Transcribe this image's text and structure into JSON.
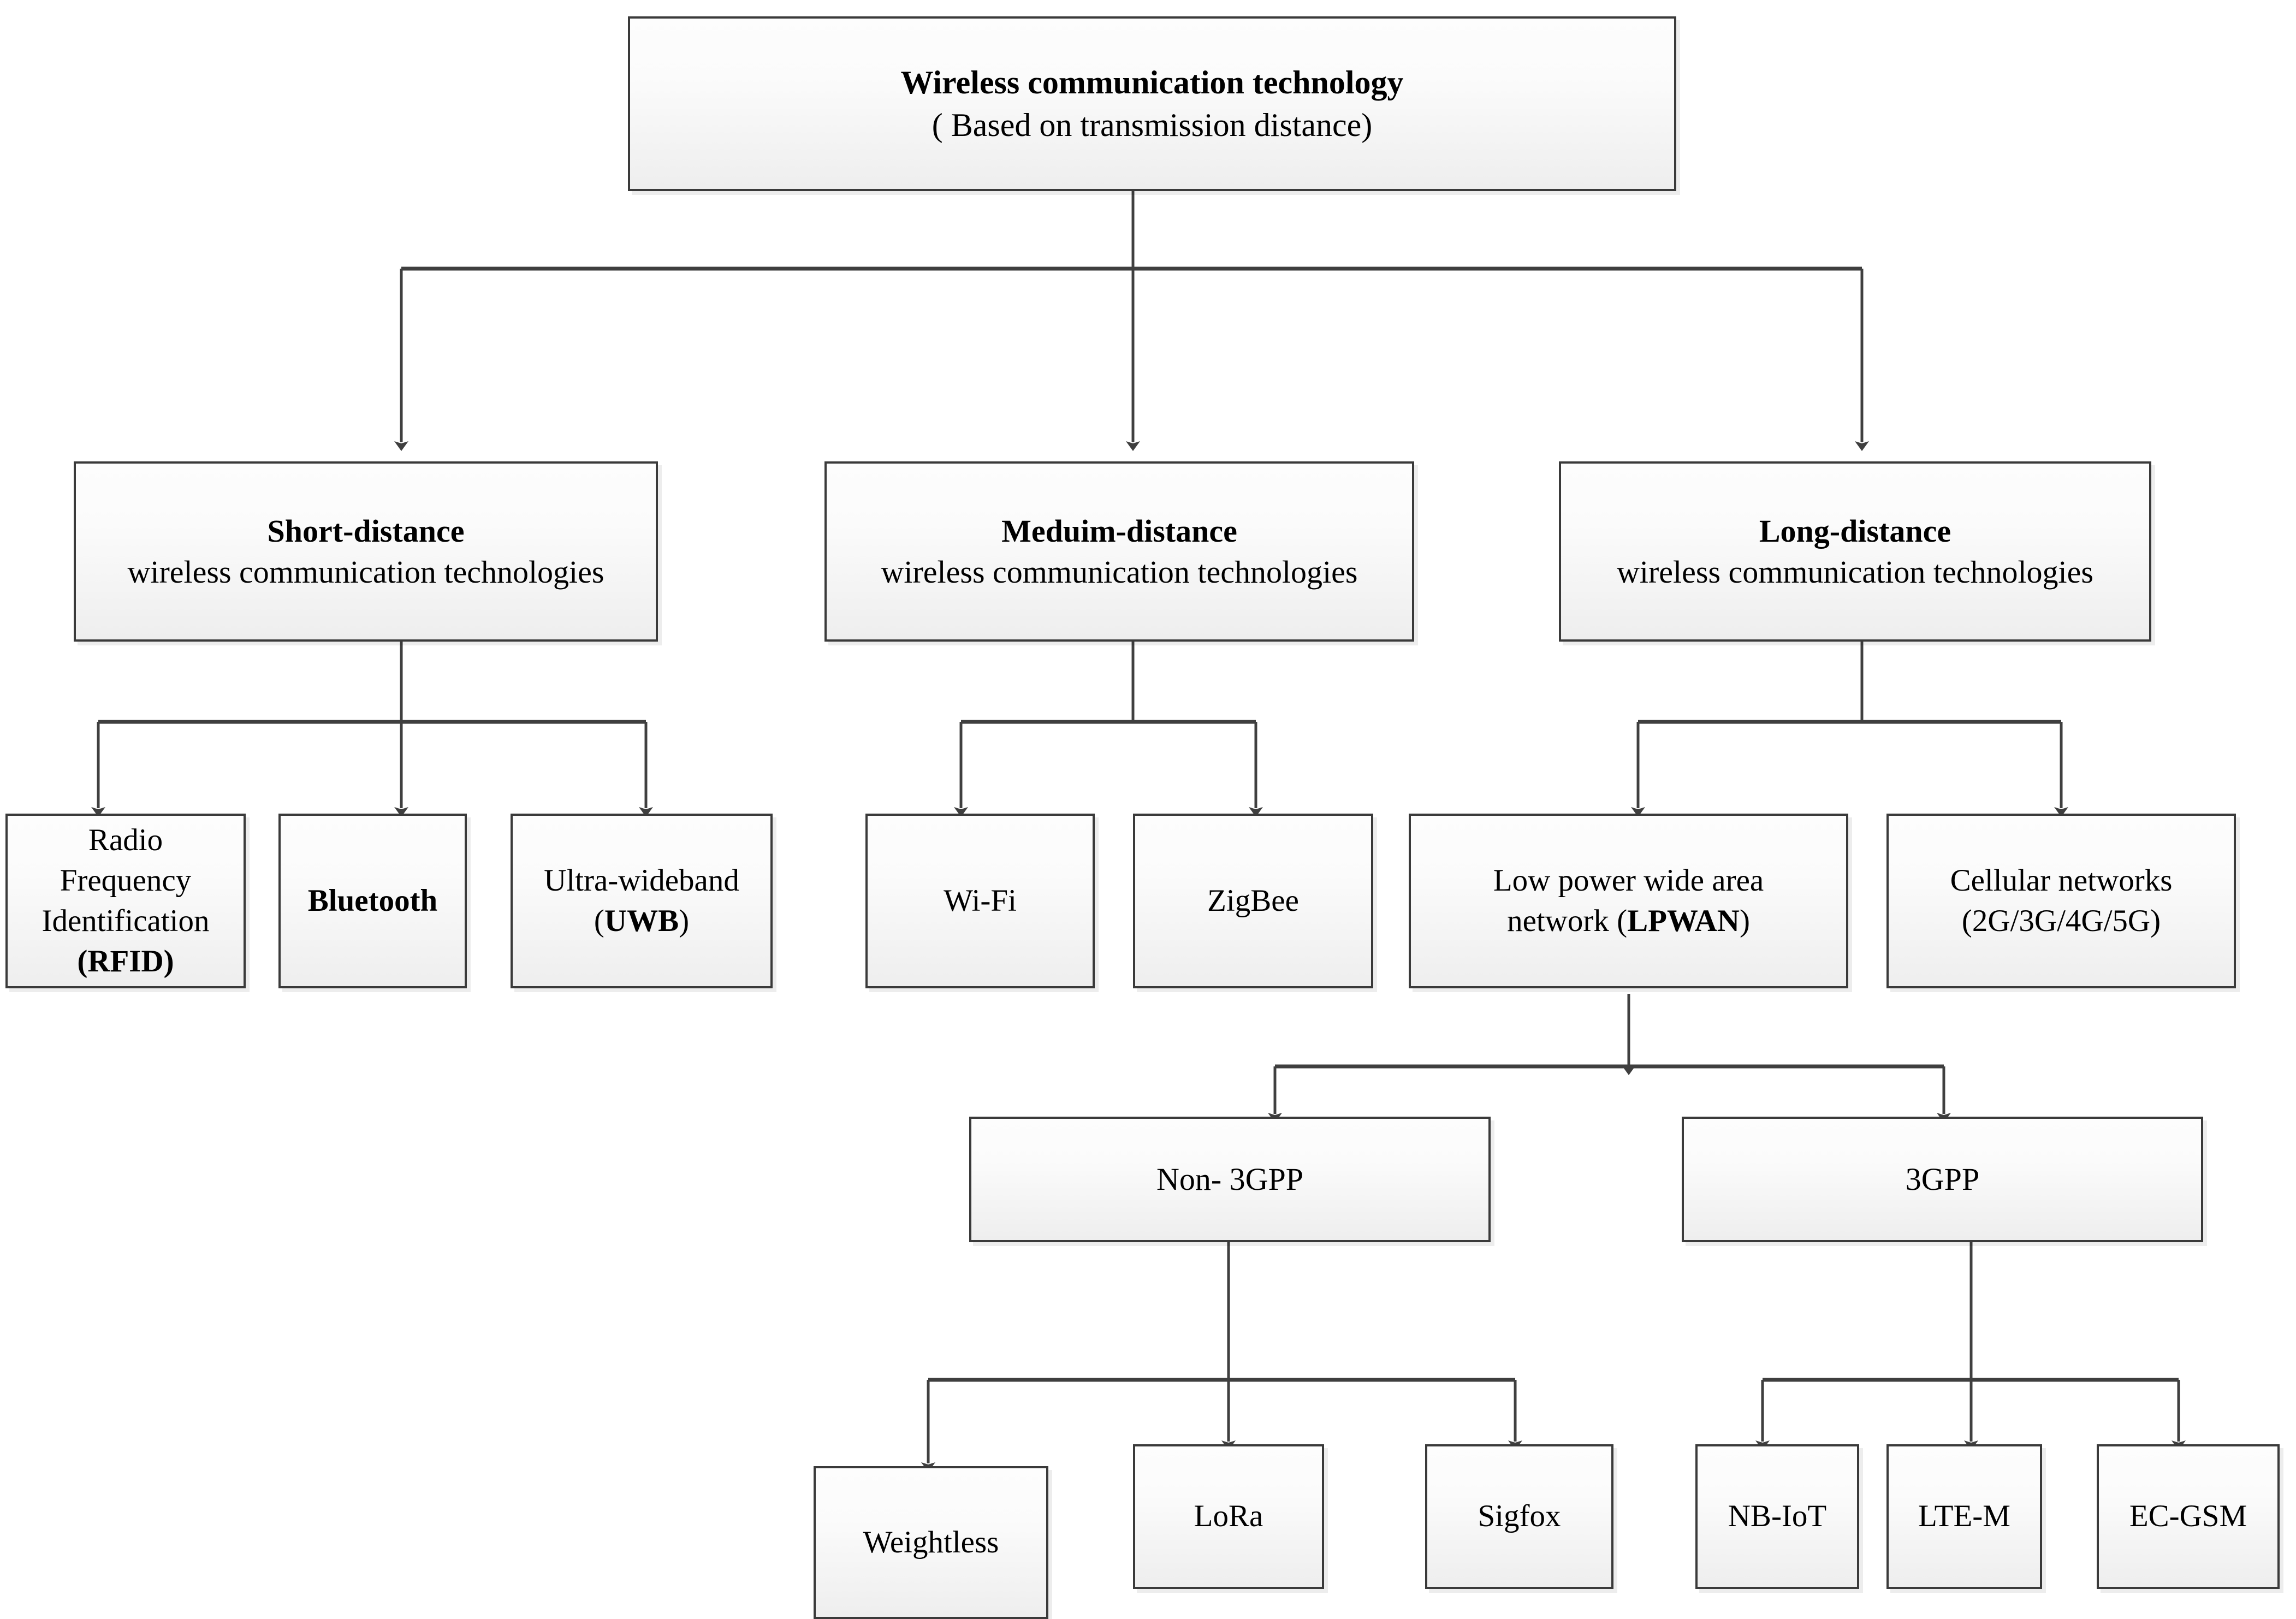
{
  "diagram": {
    "root": {
      "title": "Wireless communication technology",
      "subtitle": "( Based on transmission distance)"
    },
    "level2": [
      {
        "title": "Short-distance",
        "subtitle": "wireless communication technologies"
      },
      {
        "title": "Meduim-distance",
        "subtitle": "wireless communication technologies"
      },
      {
        "title": "Long-distance",
        "subtitle": "wireless communication technologies"
      }
    ],
    "short_children": [
      {
        "line1": "Radio",
        "line2": "Frequency",
        "line3": "Identification",
        "line4": "(RFID)"
      },
      {
        "line1": "Bluetooth"
      },
      {
        "line1": "Ultra-wideband",
        "line2": "(UWB)"
      }
    ],
    "medium_children": [
      {
        "line1": "Wi-Fi"
      },
      {
        "line1": "ZigBee"
      }
    ],
    "long_children": [
      {
        "line1": "Low power wide area",
        "line2": "network (LPWAN)"
      },
      {
        "line1": "Cellular networks",
        "line2": "(2G/3G/4G/5G)"
      }
    ],
    "lpwan_children": [
      {
        "label": "Non- 3GPP"
      },
      {
        "label": "3GPP"
      }
    ],
    "non3gpp_children": [
      {
        "label": "Weightless"
      },
      {
        "label": "LoRa"
      },
      {
        "label": "Sigfox"
      }
    ],
    "tgpp_children": [
      {
        "label": "NB-IoT"
      },
      {
        "label": "LTE-M"
      },
      {
        "label": "EC-GSM"
      }
    ]
  },
  "style": {
    "border_color": "#3a3a3a",
    "edge_color": "#3f3f3f",
    "box_fill_top": "#fdfdfd",
    "box_fill_bottom": "#eeeeee",
    "background": "#ffffff"
  }
}
